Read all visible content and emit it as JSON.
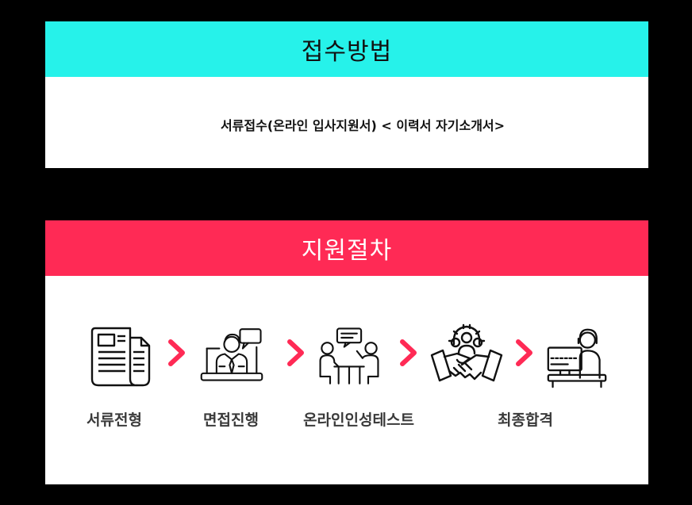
{
  "method": {
    "title": "접수방법",
    "description": "서류접수(온라인 입사지원서) < 이력서 자기소개서>"
  },
  "procedure": {
    "title": "지원절차",
    "steps": [
      {
        "label": "서류전형",
        "icon": "document-icon"
      },
      {
        "label": "면접진행",
        "icon": "video-interview-icon"
      },
      {
        "label": "온라인인성테스트",
        "icon": "meeting-discussion-icon"
      },
      {
        "label": "",
        "icon": "handshake-gear-icon"
      },
      {
        "label": "최종합격",
        "icon": "employee-workstation-icon"
      }
    ],
    "extra_label": "최종합격"
  },
  "colors": {
    "method_header": "#26f2ea",
    "procedure_header": "#ff2a55",
    "arrow": "#ff2a55",
    "background": "#000000"
  }
}
